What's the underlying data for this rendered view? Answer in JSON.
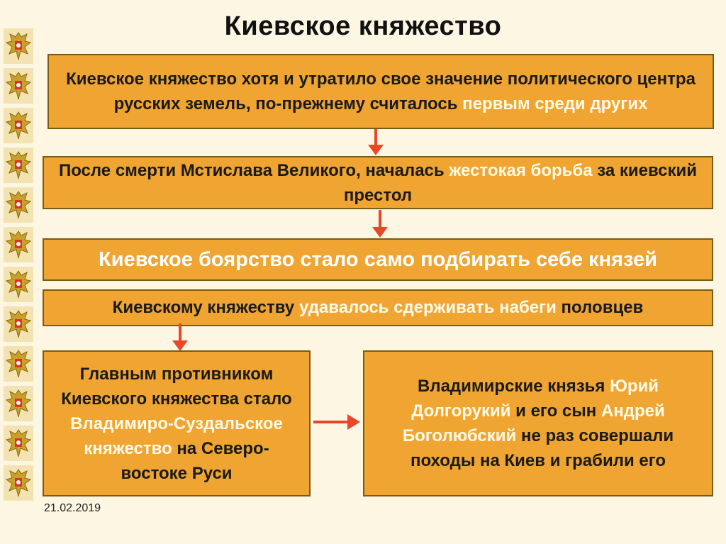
{
  "title": "Киевское княжество",
  "boxes": {
    "b1": {
      "t1": "Киевское княжество хотя и утратило свое значение политического центра русских земель, по-прежнему считалось ",
      "h1": "первым среди других"
    },
    "b2": {
      "t1": "После смерти Мстислава Великого, началась ",
      "h1": "жестокая борьба",
      "t2": " за киевский престол"
    },
    "b3": {
      "t1": "Киевское боярство стало само подбирать себе князей"
    },
    "b4": {
      "t1": "Киевскому княжеству ",
      "h1": "удавалось сдерживать набеги",
      "t2": " половцев"
    },
    "b5": {
      "t1": "Главным противником Киевского княжества стало ",
      "h1": "Владимиро-Суздальское княжество",
      "t2": " на Северо-востоке Руси"
    },
    "b6": {
      "t1": "Владимирские князья ",
      "h1": "Юрий Долгорукий",
      "t2": " и его сын ",
      "h2": "Андрей Боголюбский",
      "t3": " не раз совершали походы на Киев и грабили его"
    }
  },
  "footer": {
    "date": "21.02.2019"
  },
  "colors": {
    "box": "#f0a532",
    "arrow": "#e8472a",
    "highlight": "#fffbe6"
  },
  "icons": {
    "emblem": "double-headed-eagle-icon"
  }
}
